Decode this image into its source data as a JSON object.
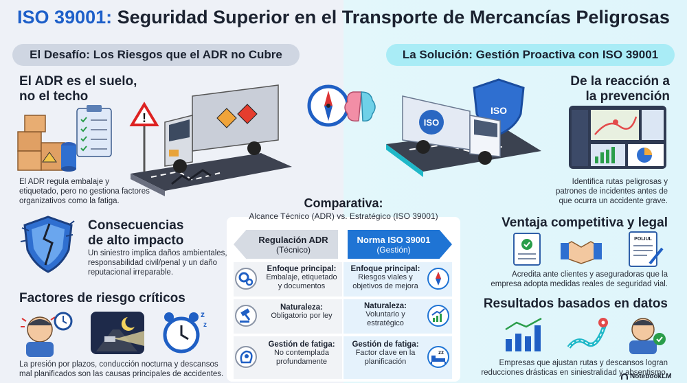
{
  "title": {
    "prefix": "ISO 39001:",
    "rest": "Seguridad Superior en el Transporte de Mercancías Peligrosas"
  },
  "left": {
    "pill": "El Desafío: Los Riesgos que el ADR no Cubre",
    "adr": {
      "heading_line1": "El ADR es el suelo,",
      "heading_line2": "no el techo",
      "text_line1": "El ADR regula embalaje y",
      "text_line2": "etiquetado, pero no gestiona factores",
      "text_line3": "organizativos como la fatiga."
    },
    "consequences": {
      "heading_line1": "Consecuencias",
      "heading_line2": "de alto impacto",
      "text_line1": "Un siniestro implica daños ambientales,",
      "text_line2": "responsabilidad civil/penal y un daño",
      "text_line3": "reputacional irreparable."
    },
    "risks": {
      "heading": "Factores de riesgo críticos",
      "text_line1": "La presión por plazos, conducción nocturna y descansos",
      "text_line2": "mal planificados son las causas principales de accidentes."
    }
  },
  "right": {
    "pill": "La Solución: Gestión Proactiva con ISO 39001",
    "prevention": {
      "heading_line1": "De la reacción a",
      "heading_line2": "la prevención",
      "text_line1": "Identifica rutas peligrosas y",
      "text_line2": "patrones de incidentes antes de",
      "text_line3": "que ocurra un accidente grave."
    },
    "advantage": {
      "heading": "Ventaja competitiva y legal",
      "text_line1": "Acredita ante clientes y aseguradoras que la",
      "text_line2": "empresa adopta medidas reales de seguridad vial.",
      "document_label": "POLIUL"
    },
    "results": {
      "heading": "Resultados basados en datos",
      "text_line1": "Empresas que ajustan rutas y descansos logran",
      "text_line2": "reducciones drásticas en siniestralidad y absentismo."
    }
  },
  "truck_labels": {
    "iso_side": "ISO",
    "iso_shield": "ISO"
  },
  "comparison": {
    "title": "Comparativa:",
    "subtitle": "Alcance Técnico (ADR) vs. Estratégico (ISO 39001)",
    "left_header": {
      "title": "Regulación ADR",
      "sub": "(Técnico)"
    },
    "right_header": {
      "title": "Norma ISO 39001",
      "sub": "(Gestión)"
    },
    "rows": [
      {
        "left_title": "Enfoque principal:",
        "left_l1": "Embalaje, etiquetado",
        "left_l2": "y documentos",
        "right_title": "Enfoque principal:",
        "right_l1": "Riesgos viales y",
        "right_l2": "objetivos de mejora"
      },
      {
        "left_title": "Naturaleza:",
        "left_l1": "Obligatorio por ley",
        "left_l2": "",
        "right_title": "Naturaleza:",
        "right_l1": "Voluntario y",
        "right_l2": "estratégico"
      },
      {
        "left_title": "Gestión de fatiga:",
        "left_l1": "No contemplada",
        "left_l2": "profundamente",
        "right_title": "Gestión de fatiga:",
        "right_l1": "Factor clave en la",
        "right_l2": "planificación"
      }
    ]
  },
  "footer_brand": "NotebookLM",
  "colors": {
    "accent": "#1d5fc9",
    "arrow_right": "#1f74d4",
    "arrow_left": "#d6dbe3",
    "pill_left": "#cfd6e2",
    "pill_right": "#a9ecf6"
  }
}
